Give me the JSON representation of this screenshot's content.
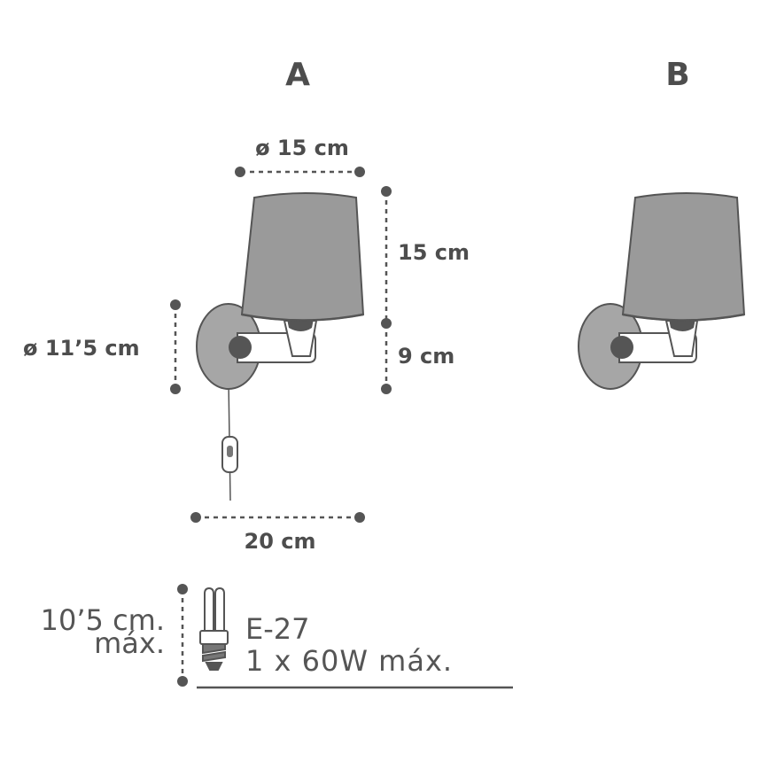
{
  "labels": {
    "variant_a": "A",
    "variant_b": "B",
    "shade_diameter": "ø 15 cm",
    "shade_height": "15 cm",
    "arm_height": "9 cm",
    "base_diameter": "ø 11’5 cm",
    "projection": "20 cm",
    "bulb_length_line1": "10’5 cm.",
    "bulb_length_line2": "máx.",
    "socket": "E-27",
    "power": "1 x 60W máx."
  },
  "colors": {
    "shade": "#9a9a9a",
    "base": "#a6a6a6",
    "dark": "#555555",
    "dim_line": "#555555",
    "text": "#4d4d4d"
  },
  "icons": [
    "bulb-icon",
    "switch-icon"
  ]
}
